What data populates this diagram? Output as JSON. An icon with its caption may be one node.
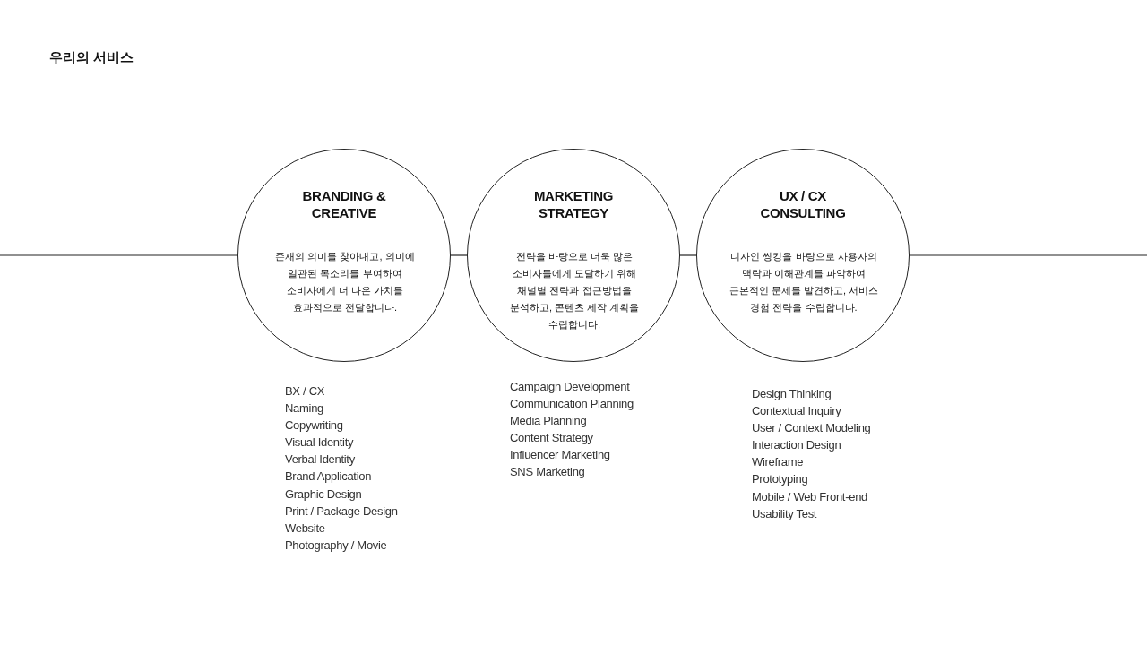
{
  "diagram": {
    "title": "우리의 서비스",
    "nodes": [
      {
        "text": [
          "BRANDING & CREATIVE",
          "존재의 의미를 찾아내고, 의미에 일관된 목소리를 부여하여 소비자에게 더 나은 가치를 효과적으로 전달합니다."
        ],
        "beside": [
          "BX / CX",
          "Naming",
          "Copywriting",
          "Visual Identity",
          "Verbal Identity",
          "Brand Application",
          "Graphic Design",
          "Print / Package Design",
          "Website",
          "Photography / Movie"
        ]
      },
      {
        "text": [
          "MARKETING STRATEGY",
          "전략을 바탕으로 더욱 많은 소비자들에게 도달하기 위해 채널별 전략과 접근방법을 분석하고, 콘텐츠 제작 계획을 수립합니다."
        ],
        "beside": [
          "Campaign Development",
          "Communication Planning",
          "Media Planning",
          "Content Strategy",
          "Influencer Marketing",
          "SNS Marketing"
        ]
      },
      {
        "text": [
          "UX / CX CONSULTING",
          "디자인 씽킹을 바탕으로 사용자의 맥락과 이해관계를 파악하여 근본적인 문제를 발견하고, 서비스 경험 전략을 수립합니다."
        ],
        "beside": [
          "Design Thinking",
          "Contextual Inquiry",
          "User / Context Modeling",
          "Interaction Design",
          "Wireframe",
          "Prototyping",
          "Mobile / Web Front-end",
          "Usability Test"
        ]
      }
    ],
    "edges": [
      {
        "from": null,
        "to": 0,
        "arrow": "none"
      },
      {
        "from": 0,
        "to": 1,
        "arrow": "none"
      },
      {
        "from": 1,
        "to": 2,
        "arrow": "none"
      },
      {
        "from": 2,
        "to": null,
        "arrow": "none"
      }
    ]
  }
}
